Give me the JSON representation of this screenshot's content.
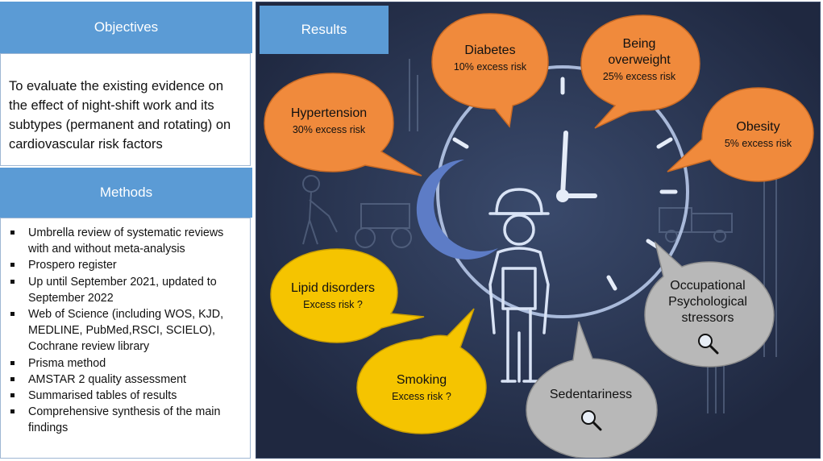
{
  "objectives": {
    "header": "Objectives",
    "text": "To evaluate the existing evidence on the effect of night-shift work and its subtypes (permanent and rotating) on cardiovascular risk factors"
  },
  "methods": {
    "header": "Methods",
    "items": [
      "Umbrella review of systematic reviews with and without meta-analysis",
      "Prospero register",
      "Up until September 2021, updated to September 2022",
      "Web of Science (including WOS, KJD, MEDLINE, PubMed,RSCI, SCIELO), Cochrane review library",
      "Prisma method",
      "AMSTAR 2 quality assessment",
      "Summarised  tables of results",
      "Comprehensive synthesis of the main findings"
    ]
  },
  "results": {
    "header": "Results",
    "bubbles": {
      "diabetes": {
        "title": "Diabetes",
        "sub": "10% excess risk"
      },
      "overweight": {
        "title": "Being overweight",
        "sub": "25% excess risk"
      },
      "hypertension": {
        "title": "Hypertension",
        "sub": "30% excess risk"
      },
      "obesity": {
        "title": "Obesity",
        "sub": "5% excess risk"
      },
      "lipid": {
        "title": "Lipid disorders",
        "sub": "Excess risk ?"
      },
      "smoking": {
        "title": "Smoking",
        "sub": "Excess risk ?"
      },
      "psych": {
        "title": "Occupational Psychological stressors"
      },
      "sedentariness": {
        "title": "Sedentariness"
      }
    }
  },
  "colors": {
    "header_blue": "#5b9bd5",
    "panel_bg": "#2a3550",
    "orange": "#f08a3c",
    "yellow": "#f5c400",
    "gray": "#b8b8b8"
  },
  "icons": [
    "moon-icon",
    "clock-icon",
    "worker-icon",
    "magnifier-icon"
  ]
}
